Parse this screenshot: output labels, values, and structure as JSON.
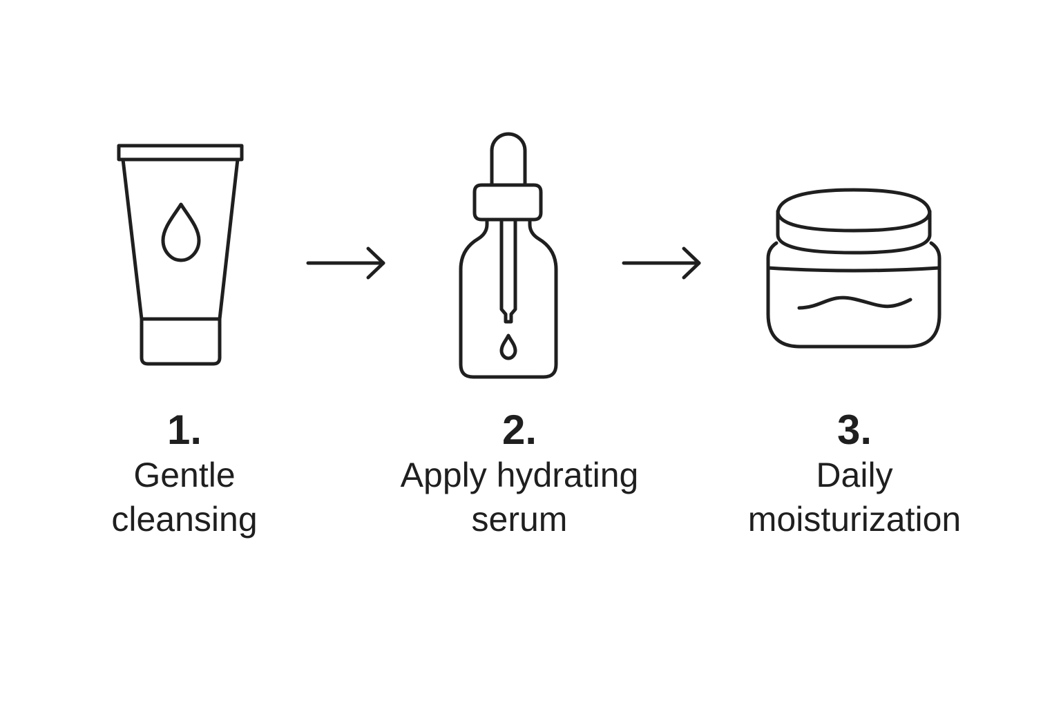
{
  "steps": [
    {
      "number": "1.",
      "label_line1": "Gentle",
      "label_line2": "cleansing",
      "icon": "cleanser-tube-icon"
    },
    {
      "number": "2.",
      "label_line1": "Apply hydrating",
      "label_line2": "serum",
      "icon": "serum-dropper-bottle-icon"
    },
    {
      "number": "3.",
      "label_line1": "Daily",
      "label_line2": "moisturization",
      "icon": "cream-jar-icon"
    }
  ],
  "connectors": [
    {
      "icon": "right-arrow-icon"
    },
    {
      "icon": "right-arrow-icon"
    }
  ],
  "colors": {
    "ink": "#1f1f1f",
    "background": "#ffffff"
  }
}
